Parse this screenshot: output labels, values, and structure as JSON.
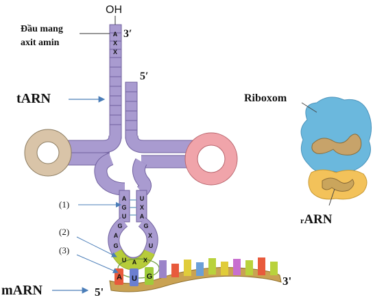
{
  "labels": {
    "oh": "OH",
    "acceptor_end": [
      "Đầu mang",
      "axit amin"
    ],
    "trna": "tARN",
    "ribosome": "Riboxom",
    "rrna_prefix": "r",
    "rrna_main": "ARN",
    "mrna": "mARN",
    "marker_1": "(1)",
    "marker_2": "(2)",
    "marker_3": "(3)",
    "prime_3_top": "3′",
    "prime_5_top": "5′",
    "prime_5_mrna": "5'",
    "prime_3_mrna": "3'"
  },
  "acceptor_seq": [
    "A",
    "X",
    "X"
  ],
  "anticodon_stem_left": [
    "A",
    "G",
    "U"
  ],
  "anticodon_stem_right": [
    "U",
    "X",
    "A"
  ],
  "anticodon_loop_left": [
    "G",
    "A",
    "G"
  ],
  "anticodon_loop_right": [
    "G",
    "X",
    "U"
  ],
  "anticodon": [
    "U",
    "A",
    "X"
  ],
  "codon": [
    "A",
    "U",
    "G"
  ],
  "colors": {
    "trna": "#a99bd0",
    "trna_stroke": "#6f5f9e",
    "d_loop": "#d9c4a8",
    "t_loop": "#f0a4aa",
    "anticodon": "#b7cc3a",
    "ribosome_large": "#6bb8dd",
    "ribosome_small": "#f3c25a",
    "mrna_backbone": "#c9a253",
    "arrow": "#4a7db8"
  }
}
